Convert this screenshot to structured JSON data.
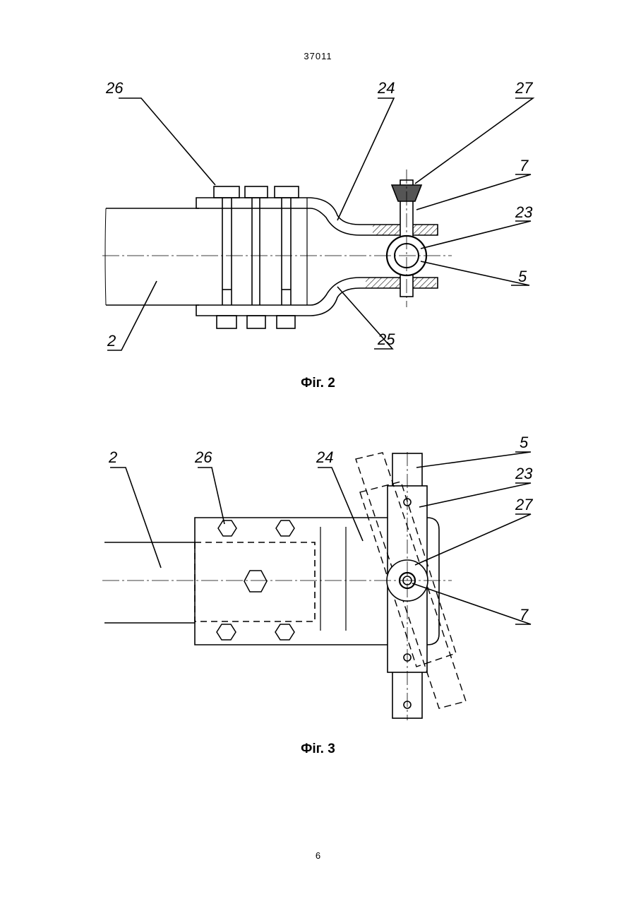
{
  "header": {
    "doc_number": "37011"
  },
  "figure2": {
    "caption": "Фіг. 2",
    "labels": [
      "26",
      "24",
      "27",
      "7",
      "23",
      "5",
      "25",
      "2"
    ]
  },
  "figure3": {
    "caption": "Фіг. 3",
    "labels": [
      "2",
      "26",
      "24",
      "5",
      "23",
      "27",
      "7"
    ]
  },
  "footer": {
    "page_number": "6"
  }
}
